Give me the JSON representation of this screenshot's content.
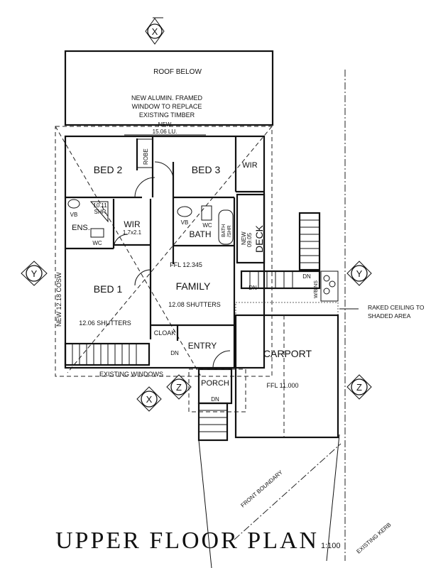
{
  "title": "UPPER FLOOR PLAN",
  "scale": "1:100",
  "grid_markers": {
    "x": "X",
    "y": "Y",
    "z": "Z"
  },
  "notes": {
    "roof_below": "ROOF BELOW",
    "window_note": [
      "NEW ALUMIN. FRAMED",
      "WINDOW TO REPLACE",
      "EXISTING TIMBER"
    ],
    "new_lu": [
      "NEW",
      "15.06 LU."
    ],
    "raked_ceiling": [
      "RAKED CEILING TO",
      "SHADED AREA"
    ],
    "front_boundary": "FRONT BOUNDARY",
    "existing_kerb": "EXISTING KERB",
    "existing_windows": "EXISTING WINDOWS",
    "new_cosw": "NEW 12.18 COSW",
    "shutters_bed": "12.06 SHUTTERS",
    "shutters_family": "12.08 SHUTTERS",
    "ffl_upper": "FFL 12.345",
    "ffl_carport": "FFL 11.000",
    "new_deck_level": [
      "NEW",
      "09.05"
    ]
  },
  "rooms": {
    "bed2": "BED 2",
    "bed3": "BED 3",
    "robe": "ROBE",
    "wir_top": "WIR",
    "vb1": "VB",
    "shr1": [
      "10.11",
      "SHR"
    ],
    "ens": "ENS.",
    "wc1": "WC",
    "wir_mid": "WIR",
    "wir_size": "1.7x2.1",
    "vb2": "VB",
    "wc2": "WC",
    "bath": "BATH",
    "bath_shr": [
      "BATH",
      "/SHR"
    ],
    "deck": "DECK",
    "bed1": "BED 1",
    "family": "FAMILY",
    "cloak": "CLOAK",
    "entry": "ENTRY",
    "porch": "PORCH",
    "carport": "CARPORT",
    "dn": "DN",
    "wbins": "W/BINS"
  }
}
